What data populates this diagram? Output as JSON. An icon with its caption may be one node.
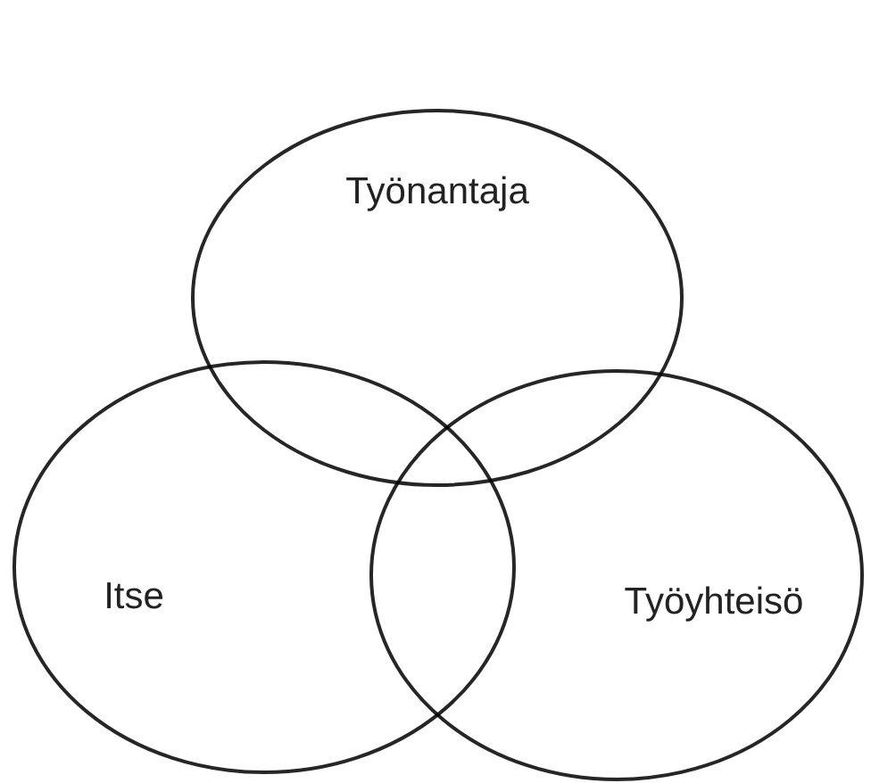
{
  "diagram": {
    "nodes": [
      {
        "text": [
          "Työnantaja"
        ]
      },
      {
        "text": [
          "Itse"
        ]
      },
      {
        "text": [
          "Työyhteisö"
        ]
      }
    ]
  }
}
